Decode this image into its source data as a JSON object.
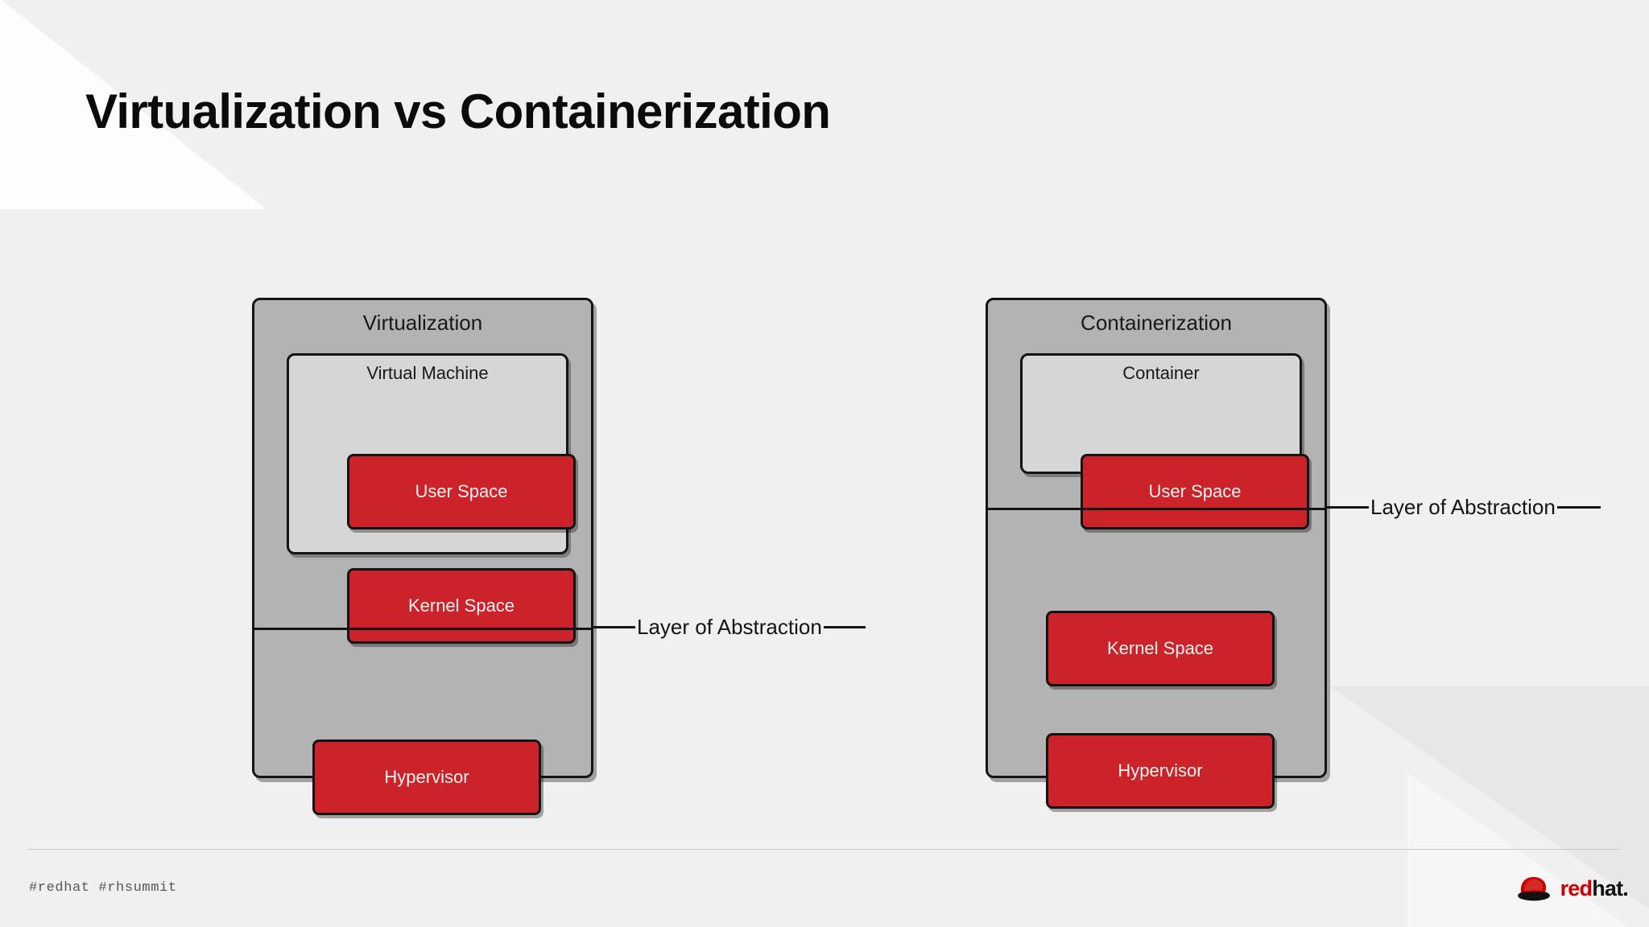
{
  "slide": {
    "title": "Virtualization vs Containerization",
    "background_color": "#f0f0f0"
  },
  "colors": {
    "red_block": "#cc2229",
    "outer_panel": "#b3b3b3",
    "inner_box": "#d6d6d6",
    "stroke": "#141414",
    "brand_red": "#cc0000"
  },
  "diagram": {
    "type": "comparison-diagram",
    "panels": [
      {
        "id": "virtualization",
        "title": "Virtualization",
        "inner_box": {
          "title": "Virtual Machine",
          "blocks": [
            {
              "label": "User Space"
            },
            {
              "label": "Kernel Space"
            }
          ]
        },
        "below_abstraction_blocks": [
          {
            "label": "Hypervisor"
          }
        ],
        "callout": {
          "label": "Layer of Abstraction"
        }
      },
      {
        "id": "containerization",
        "title": "Containerization",
        "inner_box": {
          "title": "Container",
          "blocks": [
            {
              "label": "User Space"
            }
          ]
        },
        "below_abstraction_blocks": [
          {
            "label": "Kernel Space"
          },
          {
            "label": "Hypervisor"
          }
        ],
        "callout": {
          "label": "Layer of Abstraction"
        }
      }
    ]
  },
  "footer": {
    "hashtags": "#redhat  #rhsummit",
    "logo": {
      "word_red": "red",
      "word_black": "hat",
      "dot": "."
    }
  }
}
